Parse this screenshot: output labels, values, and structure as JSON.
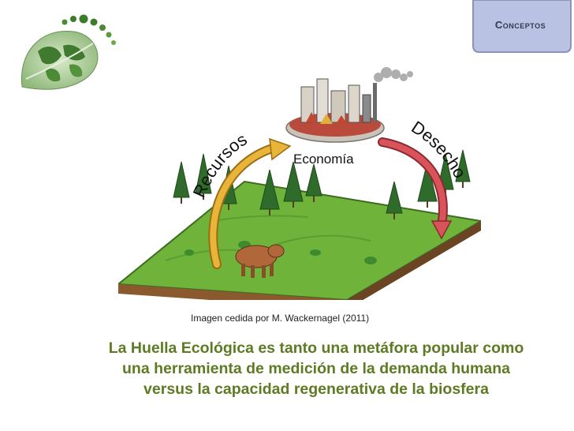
{
  "header": {
    "section_tab_label": "Conceptos"
  },
  "illustration": {
    "label_economy": "Economía",
    "label_resources": "Recursos",
    "label_waste": "Desechos",
    "credit": "Imagen cedida por M. Wackernagel (2011)"
  },
  "caption": {
    "line1": "La Huella Ecológica es tanto una metáfora popular como",
    "line2": "una herramienta de medición de la demanda humana",
    "line3": "versus la capacidad regenerativa de la biosfera"
  },
  "colors": {
    "caption": "#5e7b23",
    "tab_fill": "#b9c2e3",
    "tab_stroke": "#8a93b8",
    "grass": "#6fb33a",
    "arrow_resources": "#e8b43a",
    "arrow_waste": "#d9535b"
  }
}
